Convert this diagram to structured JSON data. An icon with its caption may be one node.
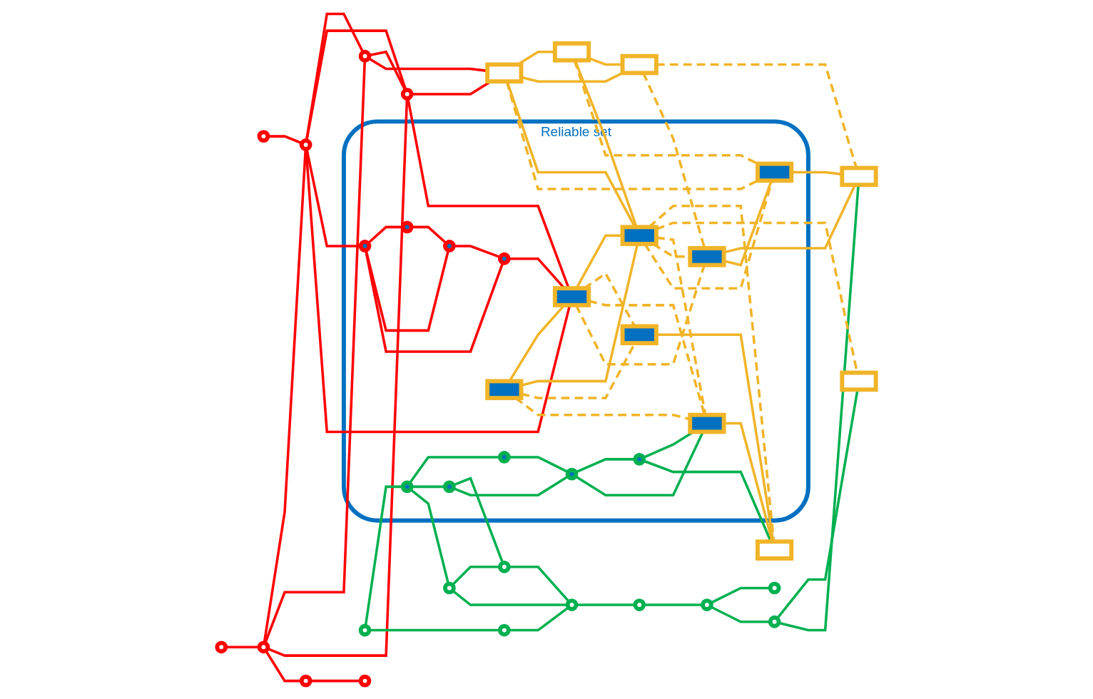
{
  "diagram": {
    "nodes": [
      {
        "text": [
          "Reliable set"
        ]
      },
      {
        "text": [],
        "shape": "circle"
      },
      {
        "text": [],
        "shape": "circle"
      },
      {
        "text": [],
        "shape": "circle"
      },
      {
        "text": [],
        "shape": "circle"
      },
      {
        "text": [],
        "shape": "circle"
      },
      {
        "text": [],
        "shape": "circle"
      },
      {
        "text": [],
        "shape": "circle"
      },
      {
        "text": [],
        "shape": "circle"
      },
      {
        "text": [],
        "shape": "circle",
        "in": 0
      },
      {
        "text": [],
        "shape": "circle",
        "in": 0
      },
      {
        "text": [],
        "shape": "circle",
        "in": 0
      },
      {
        "text": [],
        "shape": "circle",
        "in": 0
      },
      {
        "text": [],
        "shape": "circle",
        "in": 0
      },
      {
        "text": [],
        "shape": "circle",
        "in": 0
      },
      {
        "text": [],
        "shape": "circle",
        "in": 0
      },
      {
        "text": [],
        "shape": "circle",
        "in": 0
      },
      {
        "text": [],
        "shape": "circle",
        "in": 0
      },
      {
        "text": [],
        "shape": "circle"
      },
      {
        "text": [],
        "shape": "circle"
      },
      {
        "text": [],
        "shape": "circle"
      },
      {
        "text": [],
        "shape": "circle"
      },
      {
        "text": [],
        "shape": "circle"
      },
      {
        "text": [],
        "shape": "circle"
      },
      {
        "text": [],
        "shape": "circle"
      },
      {
        "text": [],
        "shape": "circle"
      },
      {
        "text": [],
        "shape": "circle"
      },
      {
        "text": [],
        "shape": "box",
        "in": 0
      },
      {
        "text": [],
        "shape": "box",
        "in": 0
      },
      {
        "text": [],
        "shape": "box",
        "in": 0
      },
      {
        "text": [],
        "shape": "box",
        "in": 0
      },
      {
        "text": [],
        "shape": "box",
        "in": 0
      },
      {
        "text": [],
        "shape": "box",
        "in": 0
      },
      {
        "text": [],
        "shape": "box",
        "in": 0
      },
      {
        "text": [],
        "shape": "box"
      },
      {
        "text": [],
        "shape": "box"
      },
      {
        "text": [],
        "shape": "box"
      },
      {
        "text": [],
        "shape": "box"
      },
      {
        "text": [],
        "shape": "box"
      },
      {
        "text": [],
        "shape": "box"
      }
    ],
    "edges": [
      {
        "from": 2,
        "to": 3,
        "arrow": "none",
        "color": "#ff0000"
      },
      {
        "from": 1,
        "to": 4,
        "arrow": "none",
        "color": "#ff0000"
      },
      {
        "from": 3,
        "to": 4,
        "arrow": "none",
        "color": "#ff0000"
      },
      {
        "from": 3,
        "to": 6,
        "arrow": "none",
        "color": "#ff0000"
      },
      {
        "from": 3,
        "to": 7,
        "arrow": "none",
        "color": "#ff0000"
      },
      {
        "from": 3,
        "to": 5,
        "arrow": "none",
        "color": "#ff0000"
      },
      {
        "from": 5,
        "to": 8,
        "arrow": "none",
        "color": "#ff0000"
      },
      {
        "from": 4,
        "to": 6,
        "arrow": "none",
        "color": "#ff0000"
      },
      {
        "from": 4,
        "to": 7,
        "arrow": "none",
        "color": "#ff0000"
      },
      {
        "from": 4,
        "to": 10,
        "arrow": "none",
        "color": "#ff0000"
      },
      {
        "from": 4,
        "to": 28,
        "arrow": "none",
        "color": "#ff0000"
      },
      {
        "from": 6,
        "to": 7,
        "arrow": "none",
        "color": "#ff0000"
      },
      {
        "from": 6,
        "to": 34,
        "arrow": "none",
        "color": "#ff0000"
      },
      {
        "from": 7,
        "to": 34,
        "arrow": "none",
        "color": "#ff0000"
      },
      {
        "from": 7,
        "to": 28,
        "arrow": "none",
        "color": "#ff0000"
      },
      {
        "from": 10,
        "to": 9,
        "arrow": "none",
        "color": "#ff0000"
      },
      {
        "from": 9,
        "to": 11,
        "arrow": "none",
        "color": "#ff0000"
      },
      {
        "from": 10,
        "to": 11,
        "arrow": "none",
        "color": "#ff0000"
      },
      {
        "from": 10,
        "to": 12,
        "arrow": "none",
        "color": "#ff0000"
      },
      {
        "from": 11,
        "to": 12,
        "arrow": "none",
        "color": "#ff0000"
      },
      {
        "from": 12,
        "to": 28,
        "arrow": "none",
        "color": "#ff0000"
      },
      {
        "from": 18,
        "to": 13,
        "arrow": "none",
        "color": "#00b050"
      },
      {
        "from": 18,
        "to": 19,
        "arrow": "none",
        "color": "#00b050"
      },
      {
        "from": 13,
        "to": 14,
        "arrow": "none",
        "color": "#00b050"
      },
      {
        "from": 13,
        "to": 15,
        "arrow": "none",
        "color": "#00b050"
      },
      {
        "from": 13,
        "to": 20,
        "arrow": "none",
        "color": "#00b050"
      },
      {
        "from": 19,
        "to": 22,
        "arrow": "none",
        "color": "#00b050"
      },
      {
        "from": 20,
        "to": 23,
        "arrow": "none",
        "color": "#00b050"
      },
      {
        "from": 20,
        "to": 22,
        "arrow": "none",
        "color": "#00b050"
      },
      {
        "from": 15,
        "to": 23,
        "arrow": "none",
        "color": "#00b050"
      },
      {
        "from": 23,
        "to": 22,
        "arrow": "none",
        "color": "#00b050"
      },
      {
        "from": 22,
        "to": 21,
        "arrow": "none",
        "color": "#00b050"
      },
      {
        "from": 21,
        "to": 24,
        "arrow": "none",
        "color": "#00b050"
      },
      {
        "from": 24,
        "to": 25,
        "arrow": "none",
        "color": "#00b050"
      },
      {
        "from": 24,
        "to": 26,
        "arrow": "none",
        "color": "#00b050"
      },
      {
        "from": 26,
        "to": 38,
        "arrow": "none",
        "color": "#00b050"
      },
      {
        "from": 26,
        "to": 39,
        "arrow": "none",
        "color": "#00b050"
      },
      {
        "from": 14,
        "to": 16,
        "arrow": "none",
        "color": "#00b050"
      },
      {
        "from": 15,
        "to": 16,
        "arrow": "none",
        "color": "#00b050"
      },
      {
        "from": 16,
        "to": 17,
        "arrow": "none",
        "color": "#00b050"
      },
      {
        "from": 16,
        "to": 29,
        "arrow": "none",
        "color": "#00b050"
      },
      {
        "from": 17,
        "to": 29,
        "arrow": "none",
        "color": "#00b050"
      },
      {
        "from": 17,
        "to": 37,
        "arrow": "none",
        "color": "#00b050"
      },
      {
        "from": 27,
        "to": 28,
        "arrow": "none"
      },
      {
        "from": 27,
        "to": 31,
        "arrow": "none"
      },
      {
        "from": 28,
        "to": 31,
        "arrow": "none"
      },
      {
        "from": 30,
        "to": 37,
        "arrow": "none"
      },
      {
        "from": 29,
        "to": 37,
        "arrow": "none"
      },
      {
        "from": 34,
        "to": 31,
        "arrow": "none"
      },
      {
        "from": 34,
        "to": 35,
        "arrow": "none"
      },
      {
        "from": 34,
        "to": 36,
        "arrow": "none"
      },
      {
        "from": 35,
        "to": 31,
        "arrow": "none"
      },
      {
        "from": 35,
        "to": 36,
        "arrow": "none"
      },
      {
        "from": 32,
        "to": 39,
        "arrow": "none"
      },
      {
        "from": 32,
        "to": 33,
        "arrow": "none"
      },
      {
        "from": 33,
        "to": 39,
        "arrow": "none"
      },
      {
        "from": 27,
        "to": 30,
        "arrow": "none",
        "style": "dashed"
      },
      {
        "from": 27,
        "to": 29,
        "arrow": "none",
        "style": "dashed"
      },
      {
        "from": 28,
        "to": 30,
        "arrow": "none",
        "style": "dashed"
      },
      {
        "from": 28,
        "to": 29,
        "arrow": "none",
        "style": "dashed"
      },
      {
        "from": 28,
        "to": 32,
        "arrow": "none",
        "style": "dashed"
      },
      {
        "from": 31,
        "to": 37,
        "arrow": "none",
        "style": "dashed"
      },
      {
        "from": 31,
        "to": 38,
        "arrow": "none",
        "style": "dashed"
      },
      {
        "from": 31,
        "to": 29,
        "arrow": "none",
        "style": "dashed"
      },
      {
        "from": 31,
        "to": 32,
        "arrow": "none",
        "style": "dashed"
      },
      {
        "from": 31,
        "to": 33,
        "arrow": "none",
        "style": "dashed"
      },
      {
        "from": 34,
        "to": 33,
        "arrow": "none",
        "style": "dashed"
      },
      {
        "from": 35,
        "to": 33,
        "arrow": "none",
        "style": "dashed"
      },
      {
        "from": 36,
        "to": 32,
        "arrow": "none",
        "style": "dashed"
      },
      {
        "from": 36,
        "to": 39,
        "arrow": "none",
        "style": "dashed"
      }
    ]
  }
}
